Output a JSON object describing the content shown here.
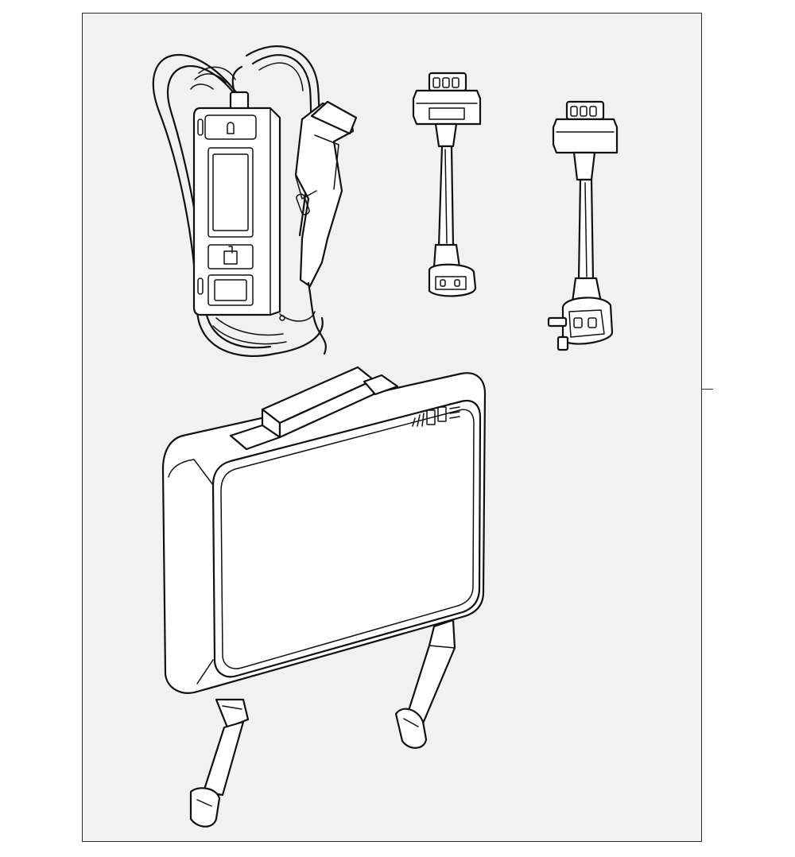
{
  "diagram": {
    "background_color": "#f1f1f1",
    "line_color": "#111111",
    "parts": [
      {
        "name": "portable-charger-with-cable",
        "icon": "charger-cable-icon"
      },
      {
        "name": "adapter-cable-round-plug",
        "icon": "adapter-round-plug-icon"
      },
      {
        "name": "adapter-cable-uk-plug",
        "icon": "adapter-uk-plug-icon"
      },
      {
        "name": "storage-case",
        "icon": "storage-case-icon"
      }
    ]
  }
}
